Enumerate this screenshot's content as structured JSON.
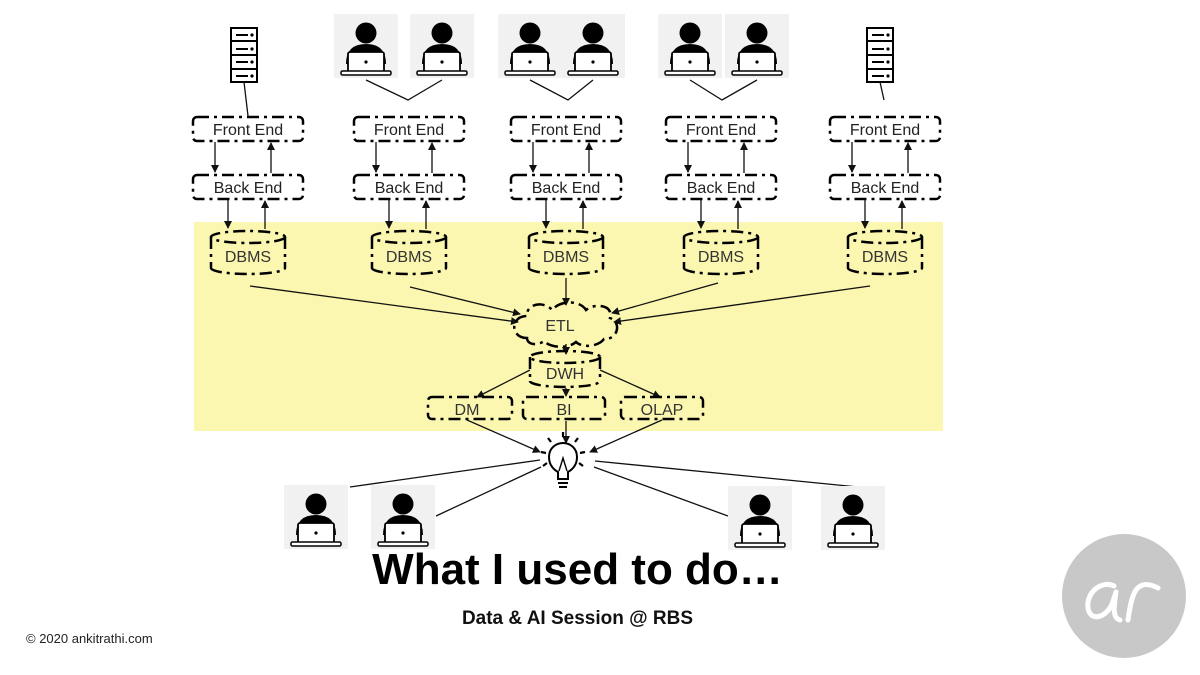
{
  "diagram": {
    "sources": [
      {
        "front_end": "Front End",
        "back_end": "Back End",
        "dbms": "DBMS"
      },
      {
        "front_end": "Front End",
        "back_end": "Back End",
        "dbms": "DBMS"
      },
      {
        "front_end": "Front End",
        "back_end": "Back End",
        "dbms": "DBMS"
      },
      {
        "front_end": "Front End",
        "back_end": "Back End",
        "dbms": "DBMS"
      },
      {
        "front_end": "Front End",
        "back_end": "Back End",
        "dbms": "DBMS"
      }
    ],
    "etl": "ETL",
    "dwh": "DWH",
    "outputs": [
      "DM",
      "BI",
      "OLAP"
    ],
    "highlight_color": "#fbf7b0"
  },
  "title": "What I used to do…",
  "subtitle": "Data & AI Session @ RBS",
  "copyright": "©  2020  ankitrathi.com"
}
